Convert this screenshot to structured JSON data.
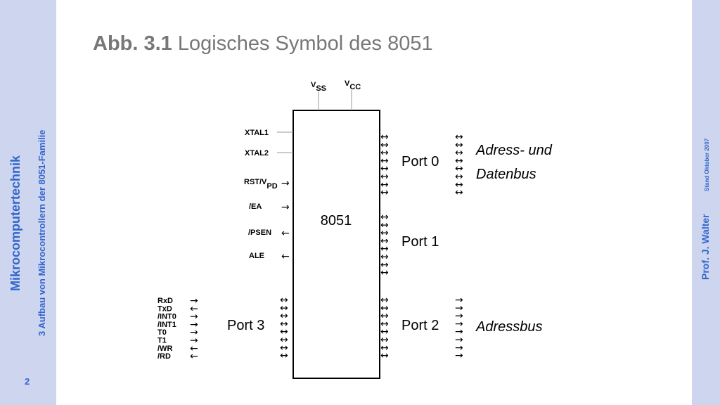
{
  "sidebar": {
    "course": "Mikrocomputertechnik",
    "chapter": "3 Aufbau von Mikrocontrollern der 8051-Familie",
    "author": "Prof. J. Walter",
    "date": "Stand Oktober 2007",
    "page": "2"
  },
  "title": {
    "prefix": "Abb. 3.1",
    "text": "Logisches Symbol des 8051"
  },
  "diagram": {
    "chip_label": "8051",
    "power": [
      {
        "main": "V",
        "sub": "SS"
      },
      {
        "main": "V",
        "sub": "CC"
      }
    ],
    "left_pins": [
      {
        "label": "XTAL1",
        "arrow": ""
      },
      {
        "label": "XTAL2",
        "arrow": ""
      },
      {
        "label": "RST/V",
        "sub": "PD",
        "arrow": "→"
      },
      {
        "label": "/EA",
        "arrow": "→"
      },
      {
        "label": "/PSEN",
        "arrow": "←"
      },
      {
        "label": "ALE",
        "arrow": "←"
      }
    ],
    "ports": {
      "port0": "Port 0",
      "port1": "Port 1",
      "port2": "Port 2",
      "port3": "Port 3"
    },
    "port3_functions": [
      {
        "label": "RxD",
        "arrow": "→"
      },
      {
        "label": "TxD",
        "arrow": "←"
      },
      {
        "label": "/INT0",
        "arrow": "→"
      },
      {
        "label": "/INT1",
        "arrow": "→"
      },
      {
        "label": "T0",
        "arrow": "→"
      },
      {
        "label": "T1",
        "arrow": "→"
      },
      {
        "label": "/WR",
        "arrow": "←"
      },
      {
        "label": "/RD",
        "arrow": "←"
      }
    ],
    "bus_labels": {
      "address_data_line1": "Adress- und",
      "address_data_line2": "Datenbus",
      "address": "Adressbus"
    },
    "bidir_arrow": "↔",
    "out_arrow": "→"
  }
}
